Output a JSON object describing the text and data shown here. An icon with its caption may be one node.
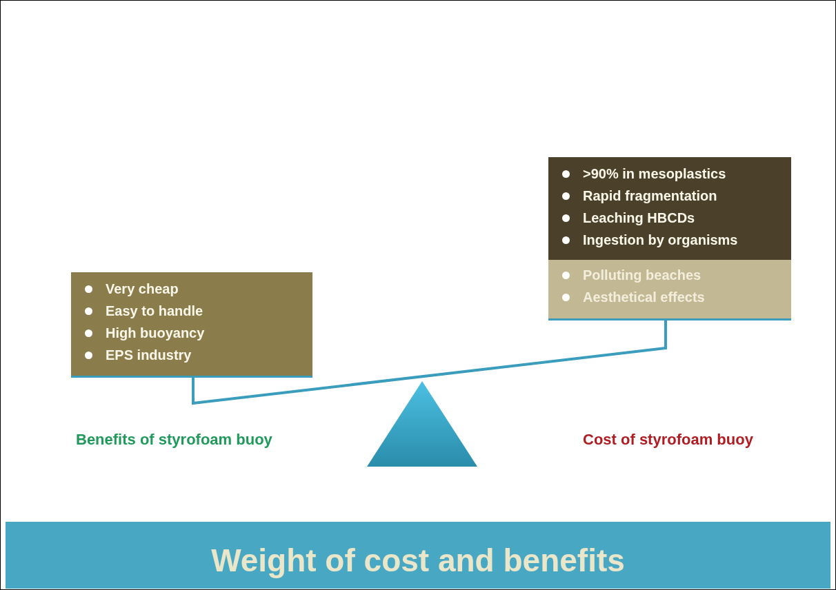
{
  "diagram": {
    "title": "Weight of cost and benefits",
    "nodes": [
      {
        "text": [
          "Very cheap",
          "Easy to handle",
          "High buoyancy",
          "EPS industry"
        ]
      },
      {
        "text": [
          ">90% in mesoplastics",
          "Rapid fragmentation",
          "Leaching HBCDs",
          "Ingestion by organisms"
        ]
      },
      {
        "text": [
          "Polluting beaches",
          "Aesthetical effects"
        ]
      },
      {
        "text": [],
        "shape": "triangle"
      }
    ],
    "edges": [
      {
        "from": 0,
        "to": 2,
        "arrow": "none"
      }
    ],
    "labels": [
      "Benefits of styrofoam buoy",
      "Cost of styrofoam buoy"
    ]
  }
}
